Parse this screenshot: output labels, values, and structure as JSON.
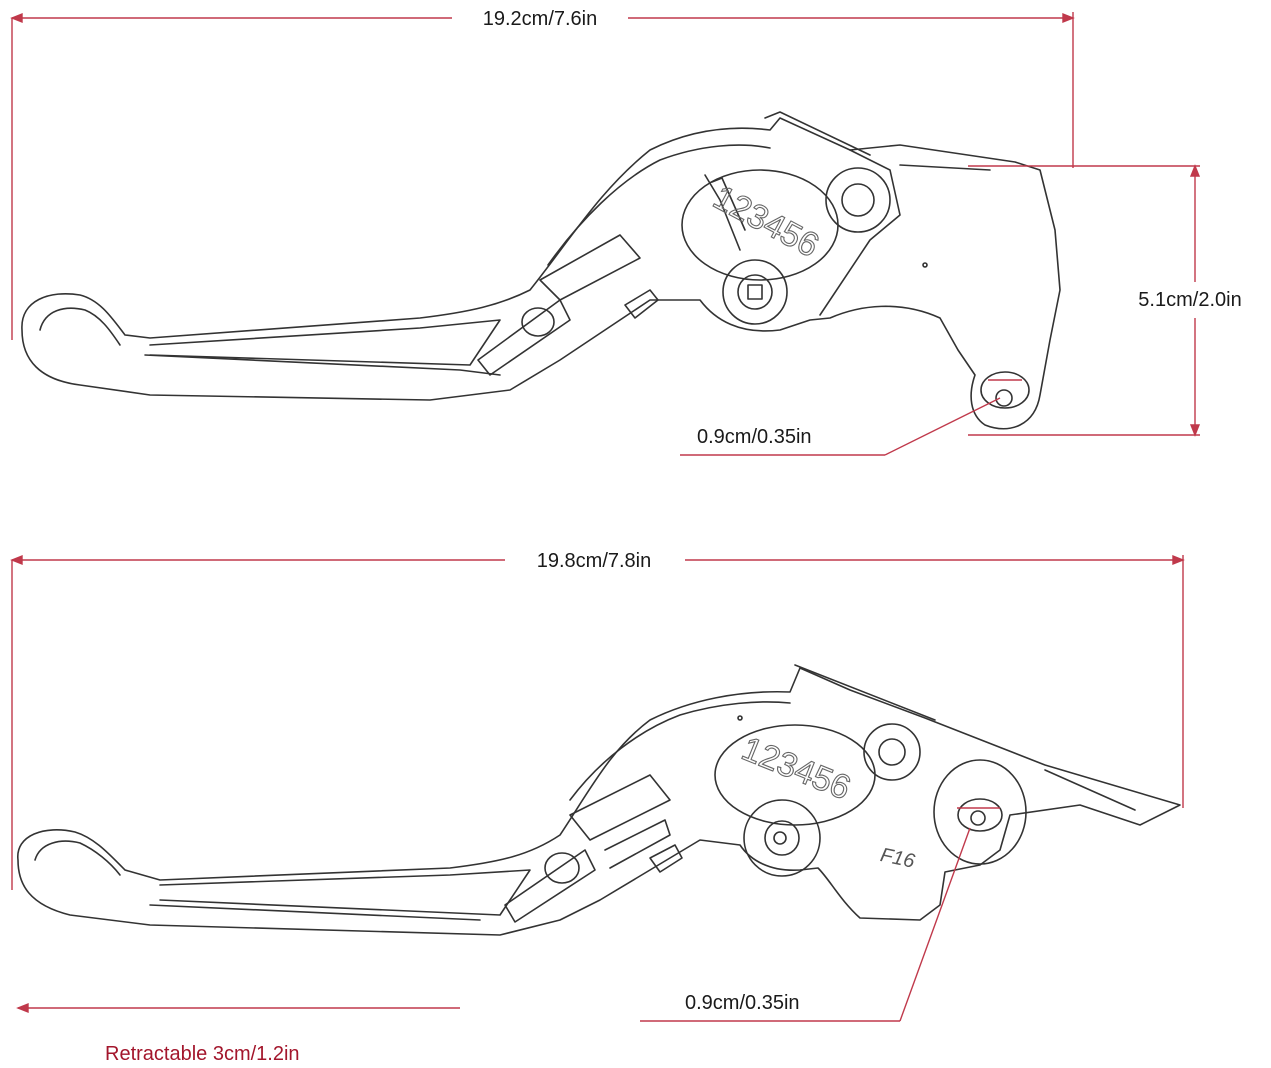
{
  "top_lever": {
    "length_label": "19.2cm/7.6in",
    "height_label": "5.1cm/2.0in",
    "hole_label": "0.9cm/0.35in",
    "dial_numbers": "123456"
  },
  "bottom_lever": {
    "length_label": "19.8cm/7.8in",
    "hole_label": "0.9cm/0.35in",
    "dial_numbers": "123456",
    "model_mark": "F16"
  },
  "retract": {
    "label": "Retractable 3cm/1.2in"
  },
  "colors": {
    "dimension_line": "#c0394b",
    "outline": "#333333",
    "label_text": "#1a1a1a",
    "retract_text": "#a3162c"
  }
}
